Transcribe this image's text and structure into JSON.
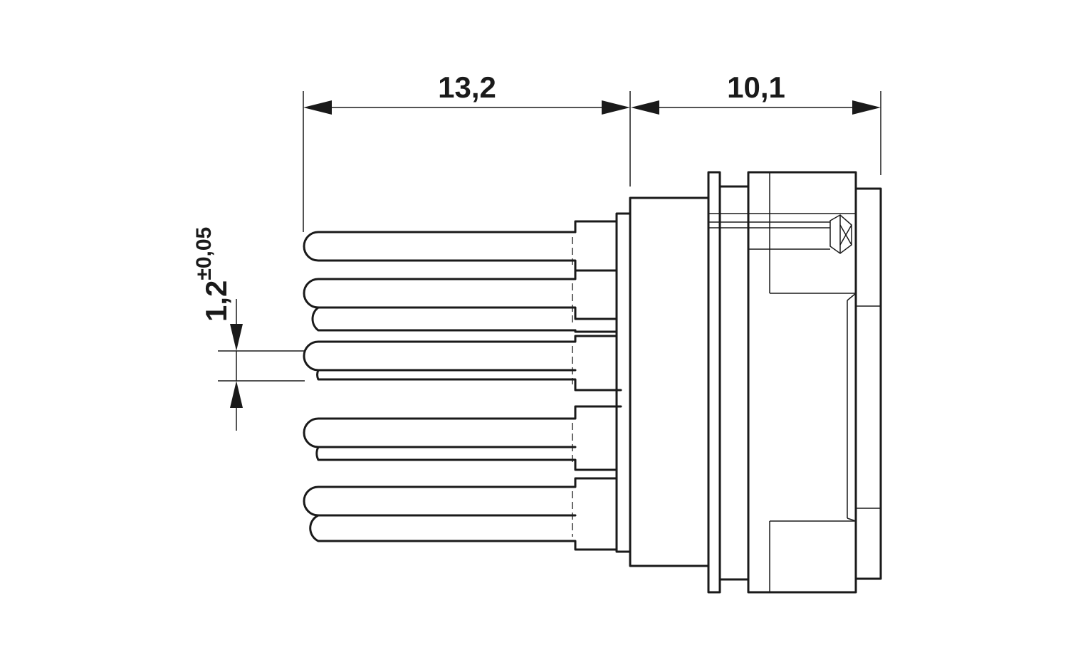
{
  "dimensions": {
    "pin_length": "13,2",
    "body_length": "10,1",
    "pin_width_value": "1,2",
    "pin_width_tolerance": "±0,05"
  },
  "colors": {
    "line": "#1a1a1a",
    "background": "#ffffff"
  }
}
